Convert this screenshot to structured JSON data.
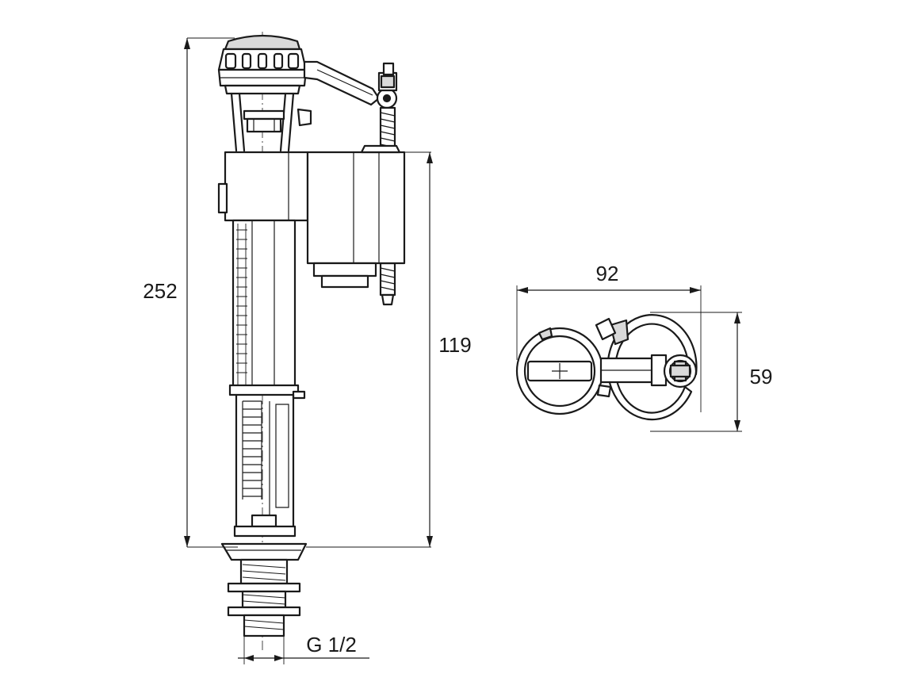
{
  "dimensions": {
    "overall_height": "252",
    "float_height": "119",
    "top_width": "92",
    "top_depth": "59",
    "thread": "G 1/2"
  },
  "colors": {
    "line": "#1a1a1a",
    "background": "#ffffff",
    "shade": "#d9d9d9"
  }
}
